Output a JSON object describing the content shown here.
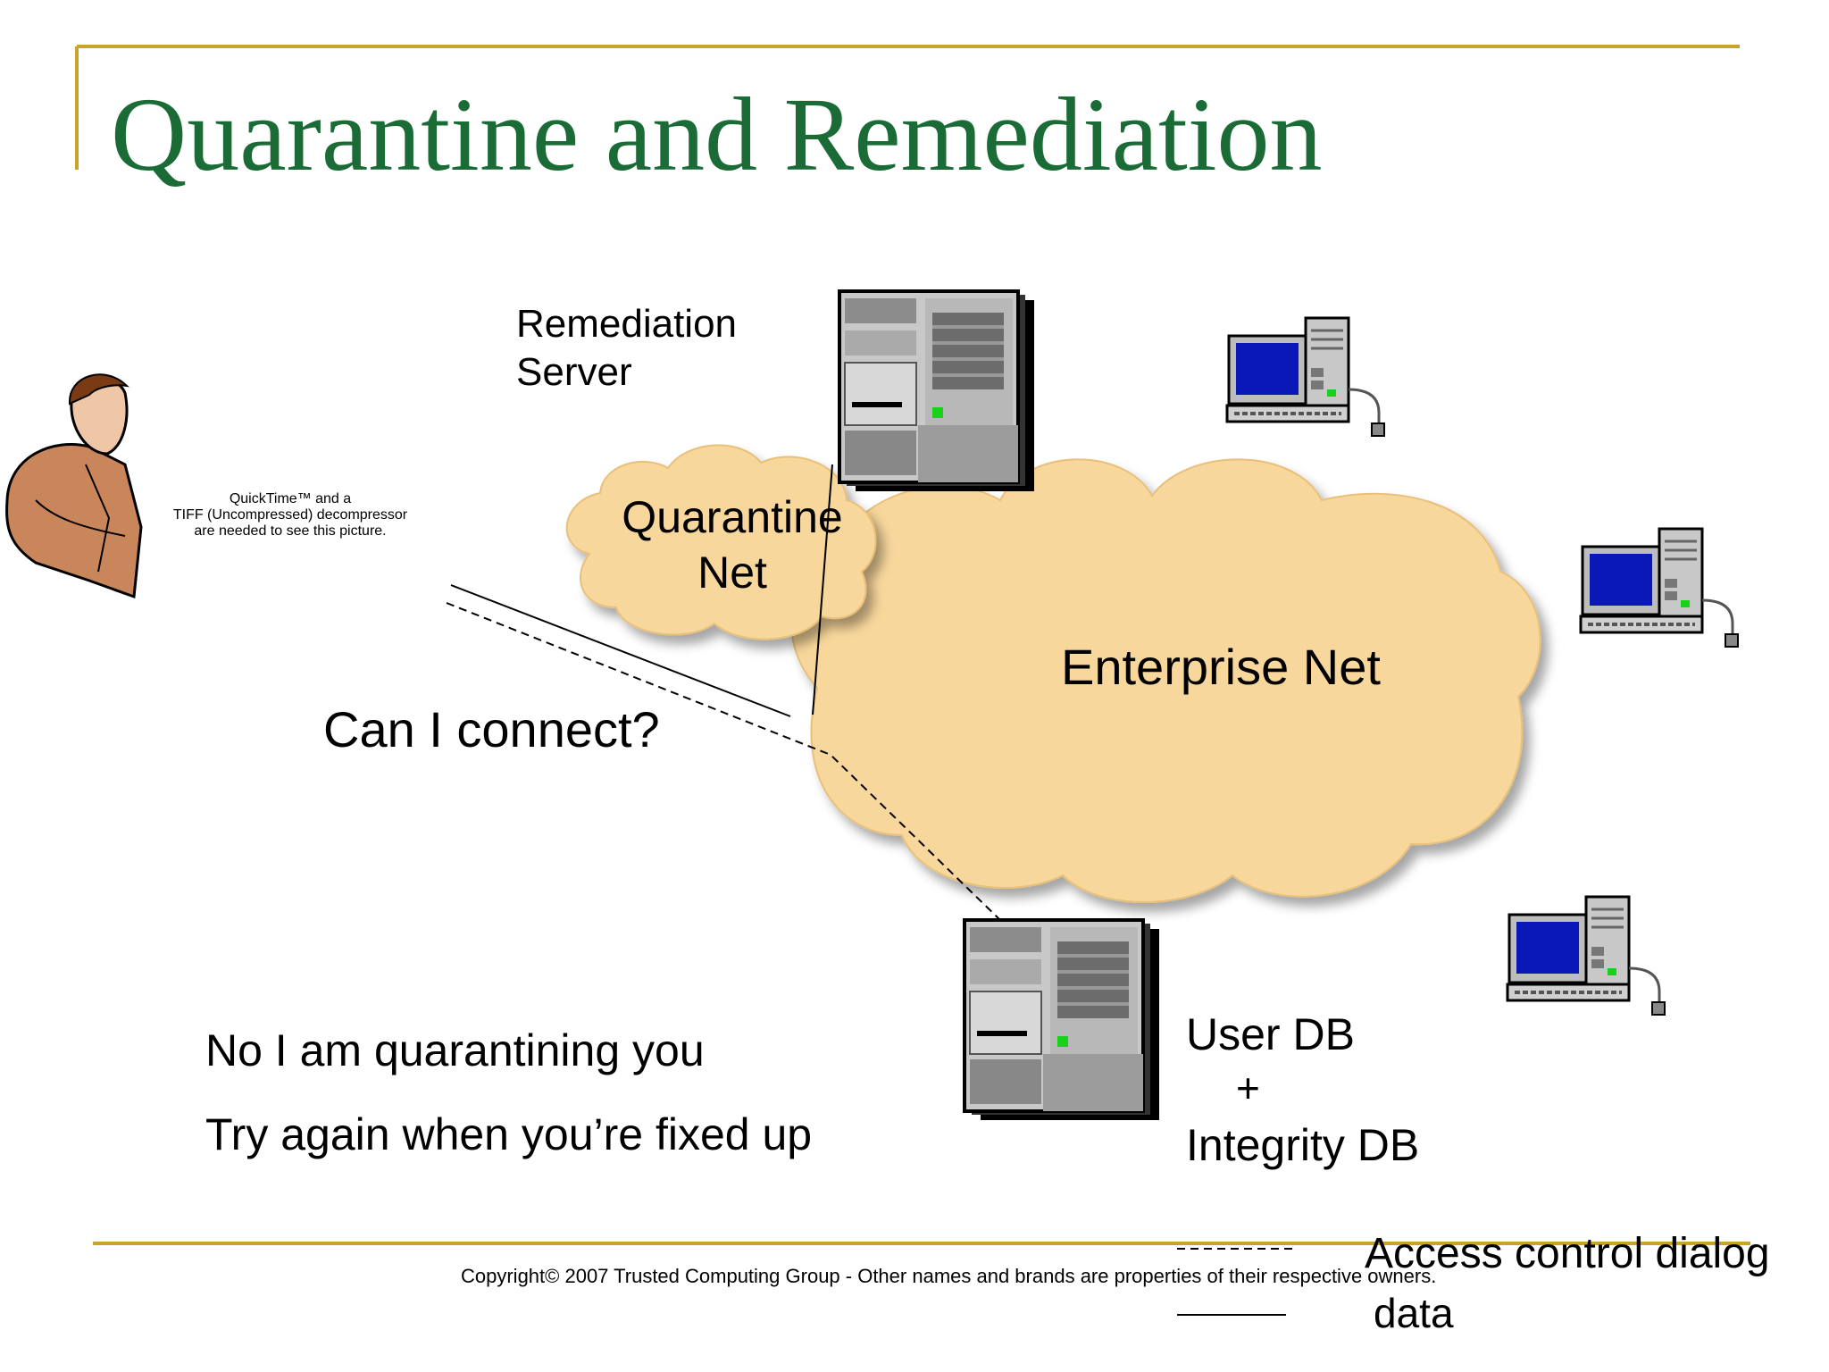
{
  "slide": {
    "title": "Quarantine and Remediation",
    "accent_color": "#c8a42a",
    "title_color": "#1b6b37",
    "cloud_color": "#f8d79c",
    "monitor_color": "#0a18b8"
  },
  "diagram": {
    "remediation_server_label": "Remediation\nServer",
    "quarantine_net_label": "Quarantine\nNet",
    "enterprise_net_label": "Enterprise Net",
    "question": "Can I connect?",
    "response_line1": "No I am quarantining you",
    "response_line2": "Try again when you’re fixed up",
    "userdb_line1": "User DB",
    "userdb_plus": "+",
    "userdb_line2": "Integrity DB",
    "quicktime_note": "QuickTime™ and a\nTIFF (Uncompressed) decompressor\nare needed to see this picture.",
    "user_icon": "person-at-computer-icon",
    "server_icon": "server-tower-icon",
    "workstation_icon": "desktop-computer-icon"
  },
  "legend": {
    "dashed_label": "Access control dialog",
    "solid_label": "data"
  },
  "footer": {
    "copyright": "Copyright© 2007 Trusted Computing Group - Other names and brands are properties of their respective owners."
  }
}
